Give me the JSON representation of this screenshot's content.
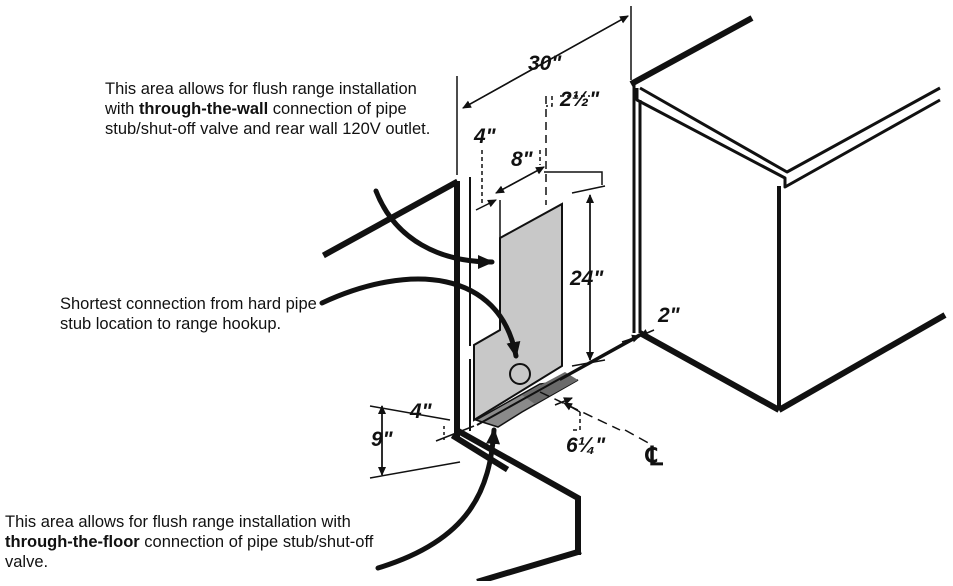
{
  "notes": {
    "wall": {
      "pre": "This area allows for flush range installation with ",
      "bold": "through-the-wall",
      "post": " connection of pipe stub/shut-off valve and rear wall 120V outlet."
    },
    "shortest": {
      "text": "Shortest connection from hard pipe stub location to range hookup."
    },
    "floor": {
      "pre": "This area allows for flush range installation with ",
      "bold": "through-the-floor",
      "post": " connection of pipe stub/shut-off valve."
    }
  },
  "dimensions": {
    "width": "30\"",
    "two_and_half": "2½\"",
    "four_top": "4\"",
    "eight": "8\"",
    "twenty_four": "24\"",
    "two": "2\"",
    "four_bottom": "4\"",
    "nine": "9\"",
    "six_quarter": "6¼\"",
    "centerline": "℄"
  },
  "colors": {
    "ink": "#111111",
    "shade": "#c8c8c8",
    "shade_dark": "#8a8a8a",
    "background": "#ffffff"
  }
}
